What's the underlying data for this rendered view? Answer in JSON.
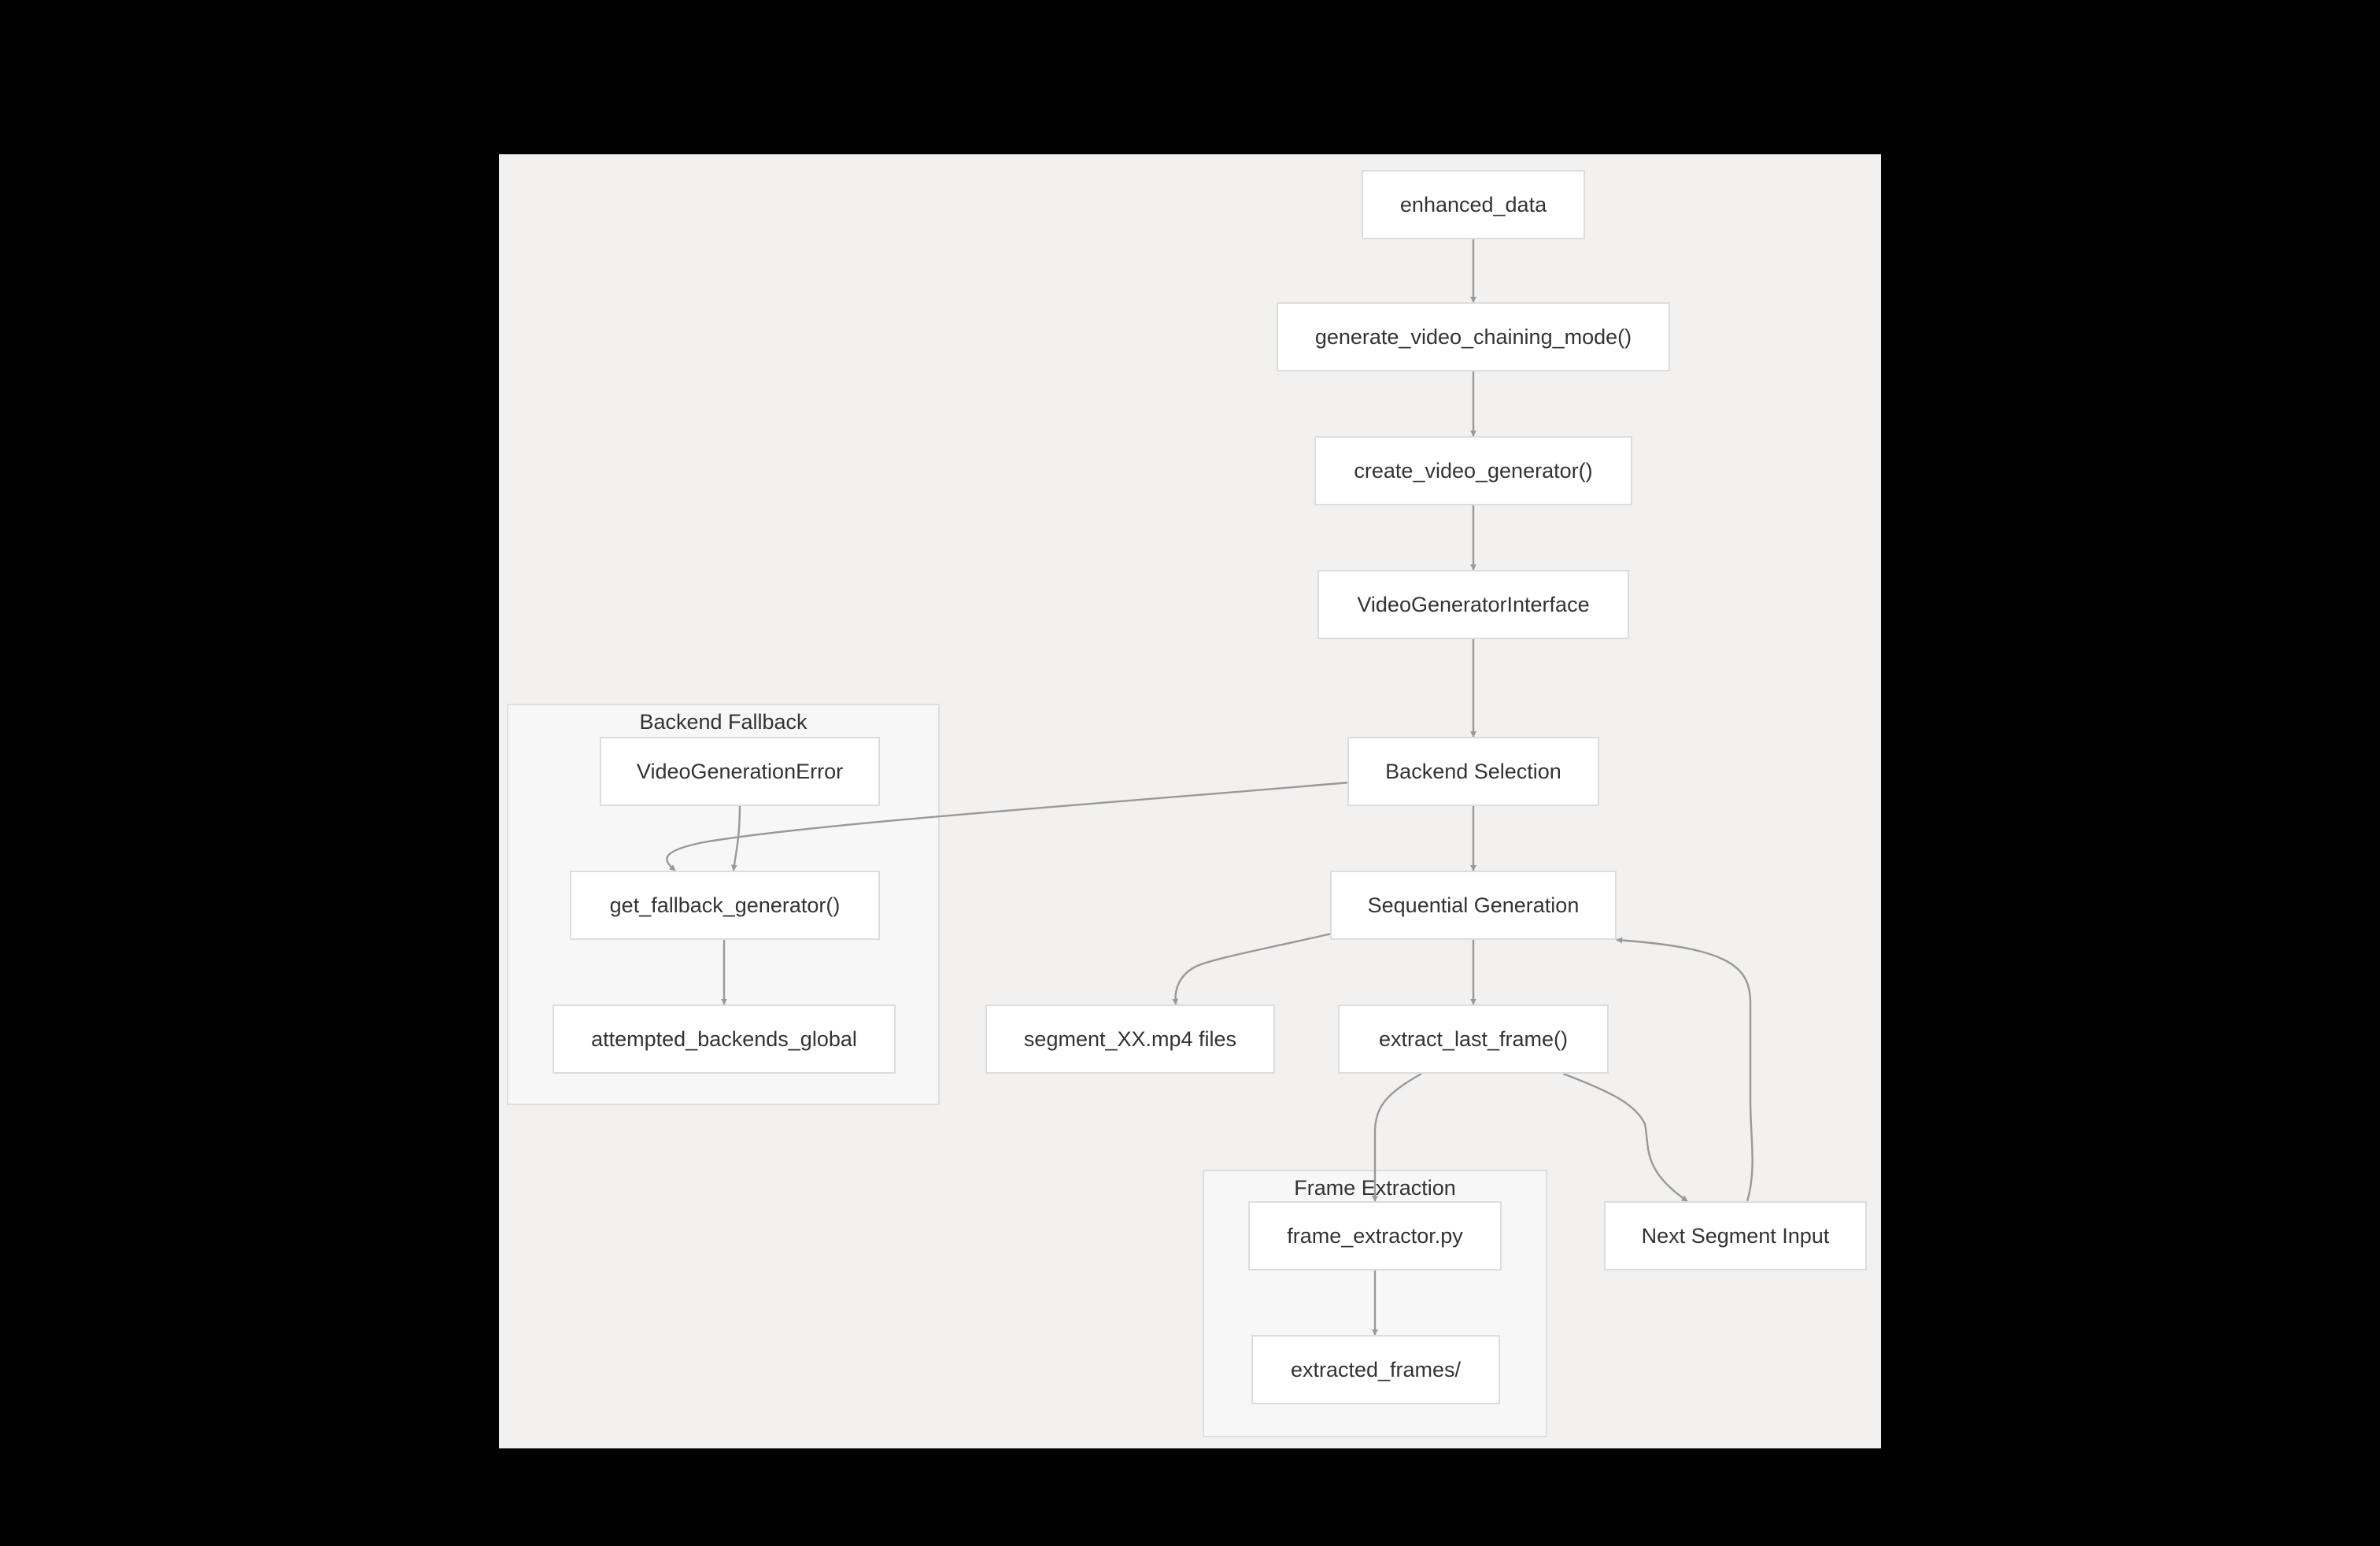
{
  "colors": {
    "background": "#000000",
    "canvas": "#f2f1f0",
    "group_fill": "#f7f7f7",
    "node_fill": "#ffffff",
    "border": "#dddddd",
    "edge": "#999999",
    "text": "#333333"
  },
  "groups": {
    "backend_fallback": "Backend Fallback",
    "frame_extraction": "Frame Extraction"
  },
  "nodes": {
    "enhanced_data": "enhanced_data",
    "generate_chaining": "generate_video_chaining_mode()",
    "create_generator": "create_video_generator()",
    "interface": "VideoGeneratorInterface",
    "backend_selection": "Backend Selection",
    "sequential_generation": "Sequential Generation",
    "segment_files": "segment_XX.mp4 files",
    "extract_last_frame": "extract_last_frame()",
    "next_segment_input": "Next Segment Input",
    "video_generation_error": "VideoGenerationError",
    "get_fallback_generator": "get_fallback_generator()",
    "attempted_backends": "attempted_backends_global",
    "frame_extractor": "frame_extractor.py",
    "extracted_frames": "extracted_frames/"
  },
  "edges": [
    {
      "from": "enhanced_data",
      "to": "generate_chaining"
    },
    {
      "from": "generate_chaining",
      "to": "create_generator"
    },
    {
      "from": "create_generator",
      "to": "interface"
    },
    {
      "from": "interface",
      "to": "backend_selection"
    },
    {
      "from": "backend_selection",
      "to": "sequential_generation"
    },
    {
      "from": "backend_selection",
      "to": "get_fallback_generator"
    },
    {
      "from": "video_generation_error",
      "to": "get_fallback_generator"
    },
    {
      "from": "get_fallback_generator",
      "to": "attempted_backends"
    },
    {
      "from": "sequential_generation",
      "to": "segment_files"
    },
    {
      "from": "sequential_generation",
      "to": "extract_last_frame"
    },
    {
      "from": "extract_last_frame",
      "to": "frame_extractor"
    },
    {
      "from": "extract_last_frame",
      "to": "next_segment_input"
    },
    {
      "from": "frame_extractor",
      "to": "extracted_frames"
    },
    {
      "from": "next_segment_input",
      "to": "sequential_generation"
    }
  ]
}
